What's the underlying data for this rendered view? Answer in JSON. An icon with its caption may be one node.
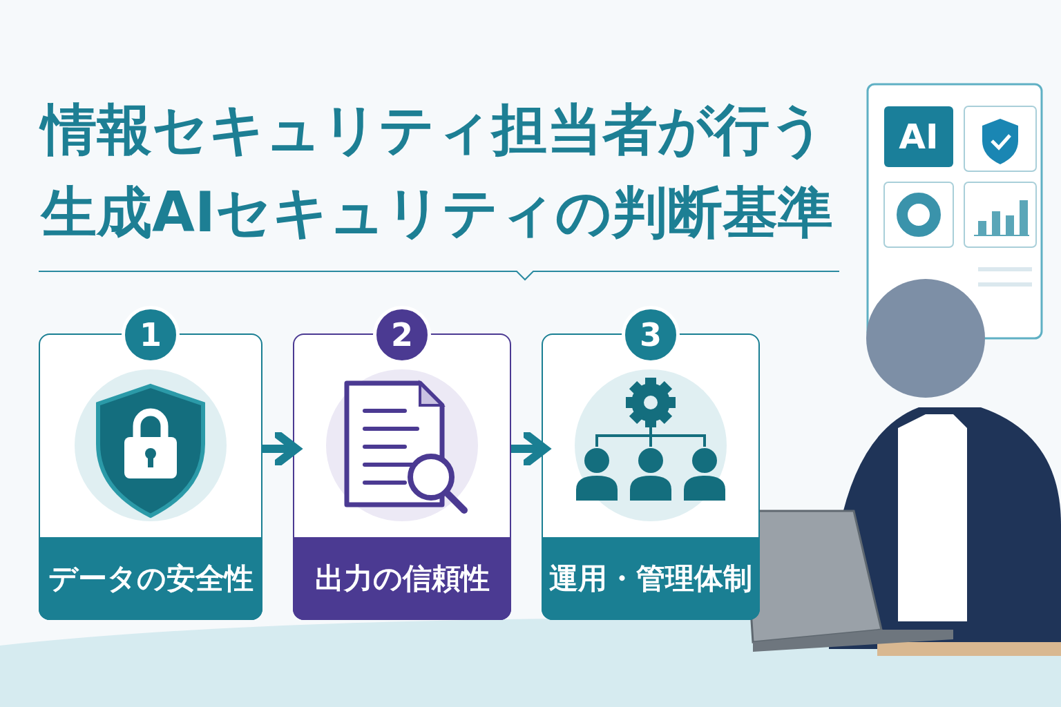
{
  "diagram": {
    "title": "情報セキュリティ担当者が行う生成AIセキュリティの判断基準",
    "nodes": [
      {
        "text": [
          "1",
          "データの安全性"
        ]
      },
      {
        "text": [
          "2",
          "出力の信頼性"
        ]
      },
      {
        "text": [
          "3",
          "運用・管理体制"
        ]
      }
    ],
    "edges": [
      {
        "from": 0,
        "to": 1,
        "arrow": "to"
      },
      {
        "from": 1,
        "to": 2,
        "arrow": "to"
      }
    ],
    "labels": [
      "AI"
    ]
  }
}
